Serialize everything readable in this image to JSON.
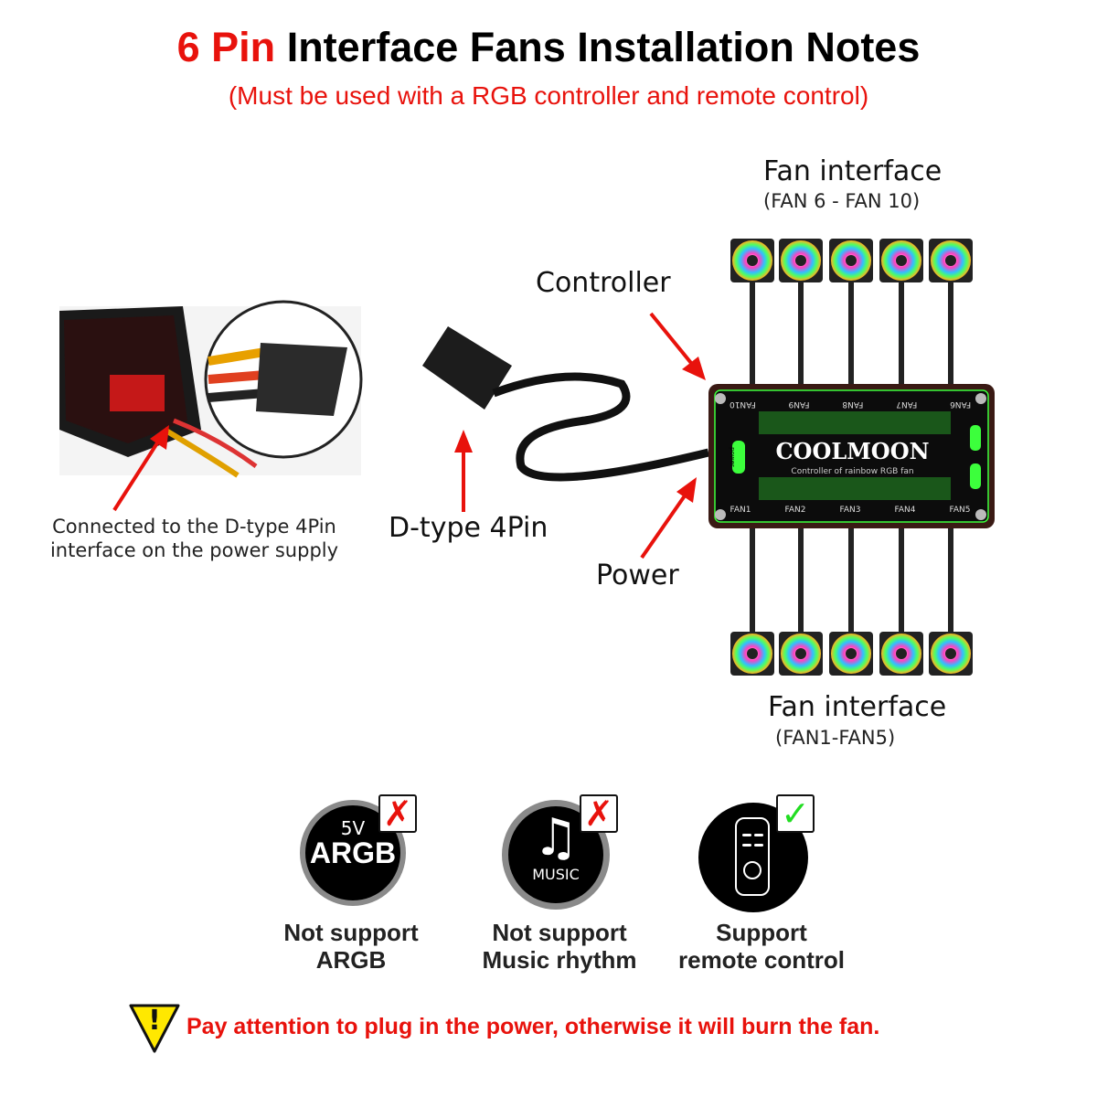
{
  "header": {
    "title_highlight": "6 Pin",
    "title_rest": " Interface Fans Installation Notes",
    "subtitle": "(Must be used with a RGB controller and remote control)"
  },
  "diagram": {
    "fan_interface_top": {
      "label": "Fan interface",
      "range": "(FAN 6 - FAN 10)"
    },
    "fan_interface_bottom": {
      "label": "Fan interface",
      "range": "(FAN1-FAN5)"
    },
    "controller_label": "Controller",
    "dtype_label": "D-type 4Pin",
    "power_label": "Power",
    "psu_caption_line1": "Connected to the D-type 4Pin",
    "psu_caption_line2": "interface on the power supply",
    "controller_box": {
      "brand": "COOLMOON",
      "tagline": "Controller of rainbow RGB fan",
      "top_ports": [
        "FAN10",
        "FAN9",
        "FAN8",
        "FAN7",
        "FAN6"
      ],
      "bottom_ports": [
        "FAN1",
        "FAN2",
        "FAN3",
        "FAN4",
        "FAN5"
      ],
      "power_port": "power"
    }
  },
  "features": [
    {
      "icon": "argb-icon",
      "icon_text_small": "5V",
      "icon_text": "ARGB",
      "line1": "Not support",
      "line2": "ARGB",
      "status": "✗",
      "status_color": "#e8120c"
    },
    {
      "icon": "music-icon",
      "icon_text_small": "♫",
      "icon_text": "MUSIC",
      "line1": "Not support",
      "line2": "Music rhythm",
      "status": "✗",
      "status_color": "#e8120c"
    },
    {
      "icon": "remote-icon",
      "line1": "Support",
      "line2": "remote control",
      "status": "✓",
      "status_color": "#22dd22"
    }
  ],
  "warning": {
    "symbol": "!",
    "text": "Pay attention to plug in the power, otherwise it will burn the fan."
  },
  "colors": {
    "accent_red": "#e8120c",
    "controller_green": "#33ff33"
  }
}
